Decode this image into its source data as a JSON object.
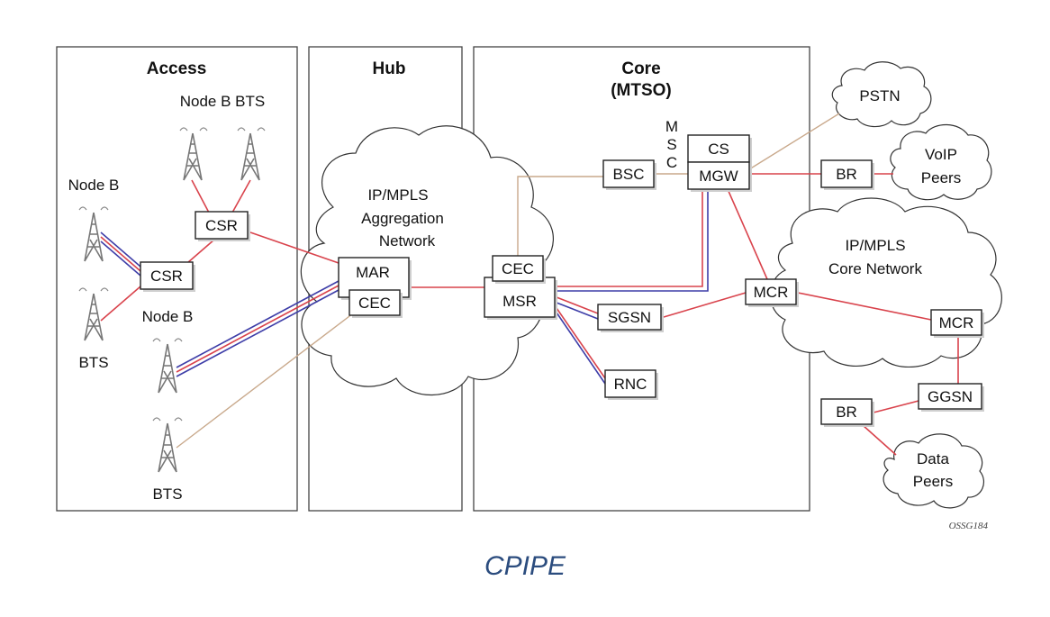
{
  "zones": {
    "access": "Access",
    "hub": "Hub",
    "core": "Core",
    "core_sub": "(MTSO)"
  },
  "clouds": {
    "aggregation": [
      "IP/MPLS",
      "Aggregation",
      "Network"
    ],
    "core_network": [
      "IP/MPLS",
      "Core Network"
    ],
    "pstn": "PSTN",
    "voip": [
      "VoIP",
      "Peers"
    ],
    "data": [
      "Data",
      "Peers"
    ]
  },
  "nodes": {
    "csr_top": "CSR",
    "csr_left": "CSR",
    "mar": "MAR",
    "cec_hub": "CEC",
    "cec_core": "CEC",
    "msr": "MSR",
    "bsc": "BSC",
    "cs": "CS",
    "mgw": "MGW",
    "br_voip": "BR",
    "mcr_1": "MCR",
    "mcr_2": "MCR",
    "sgsn": "SGSN",
    "rnc": "RNC",
    "ggsn": "GGSN",
    "br_data": "BR"
  },
  "msc_letters": [
    "M",
    "S",
    "C"
  ],
  "labels": {
    "node_b_bts_top": "Node B BTS",
    "node_b_left": "Node B",
    "bts_left": "BTS",
    "node_b_mid": "Node B",
    "bts_bottom": "BTS"
  },
  "figure_code": "OSSG184",
  "caption": "CPIPE",
  "colors": {
    "red_link": "#d9434c",
    "blue_link": "#3e3ea8",
    "tan_link": "#c9a98c",
    "caption": "#2b4c7e"
  }
}
